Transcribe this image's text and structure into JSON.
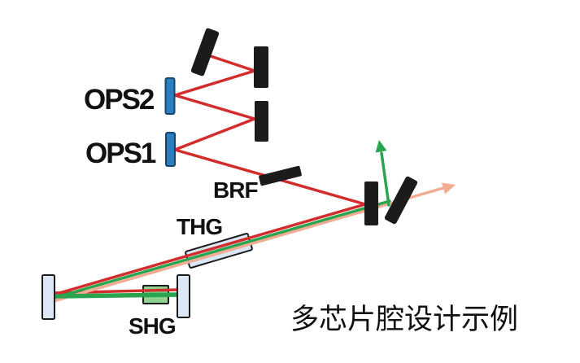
{
  "colors": {
    "background": "#ffffff",
    "beam_red": "#d22c2c",
    "beam_green": "#2aa44e",
    "beam_pink": "#f2ac94",
    "mirror_black": "#1b1b1b",
    "chip_blue": "#2b7fc0",
    "chip_blue_border": "#16466e",
    "optic_light_blue": "#dbe7f4",
    "optic_border": "#1b1b1b",
    "shg_green": "#8ed28e",
    "label_color": "#111111"
  },
  "diagram": {
    "labels": {
      "ops2": "OPS2",
      "ops1": "OPS1",
      "brf": "BRF",
      "thg": "THG",
      "shg": "SHG"
    },
    "caption": "多芯片腔设计示例"
  }
}
